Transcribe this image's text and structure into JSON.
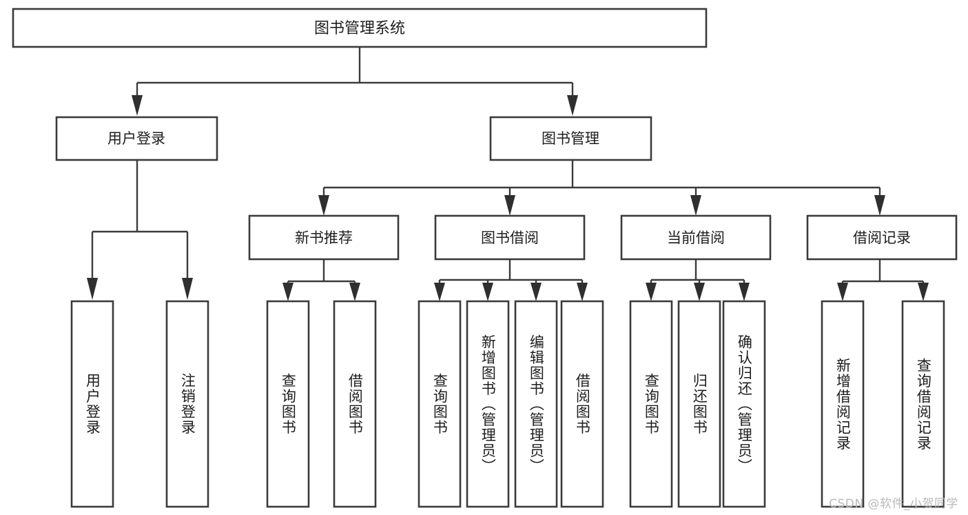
{
  "diagram": {
    "title": "图书管理系统",
    "type": "tree",
    "colors": {
      "box_stroke": "#3a3a3a",
      "box_fill": "#ffffff",
      "connector": "#3a3a3a",
      "text": "#1d1d1d",
      "watermark": "#b9b9b9",
      "background": "#ffffff"
    },
    "root": {
      "label": "图书管理系统"
    },
    "level2": [
      {
        "label": "用户登录"
      },
      {
        "label": "图书管理"
      }
    ],
    "level3": [
      {
        "label": "新书推荐"
      },
      {
        "label": "图书借阅"
      },
      {
        "label": "当前借阅"
      },
      {
        "label": "借阅记录"
      }
    ],
    "leaves": {
      "user_login": [
        {
          "label": "用户登录"
        },
        {
          "label": "注销登录"
        }
      ],
      "new_book_recommend": [
        {
          "label": "查询图书"
        },
        {
          "label": "借阅图书"
        }
      ],
      "book_borrow": [
        {
          "label": "查询图书"
        },
        {
          "label": "新增图书（管理员）"
        },
        {
          "label": "编辑图书（管理员）"
        },
        {
          "label": "借阅图书"
        }
      ],
      "current_borrow": [
        {
          "label": "查询图书"
        },
        {
          "label": "归还图书"
        },
        {
          "label": "确认归还（管理员）"
        }
      ],
      "borrow_record": [
        {
          "label": "新增借阅记录"
        },
        {
          "label": "查询借阅记录"
        }
      ]
    }
  },
  "watermark": {
    "text": "CSDN @软件_小贺同学"
  }
}
